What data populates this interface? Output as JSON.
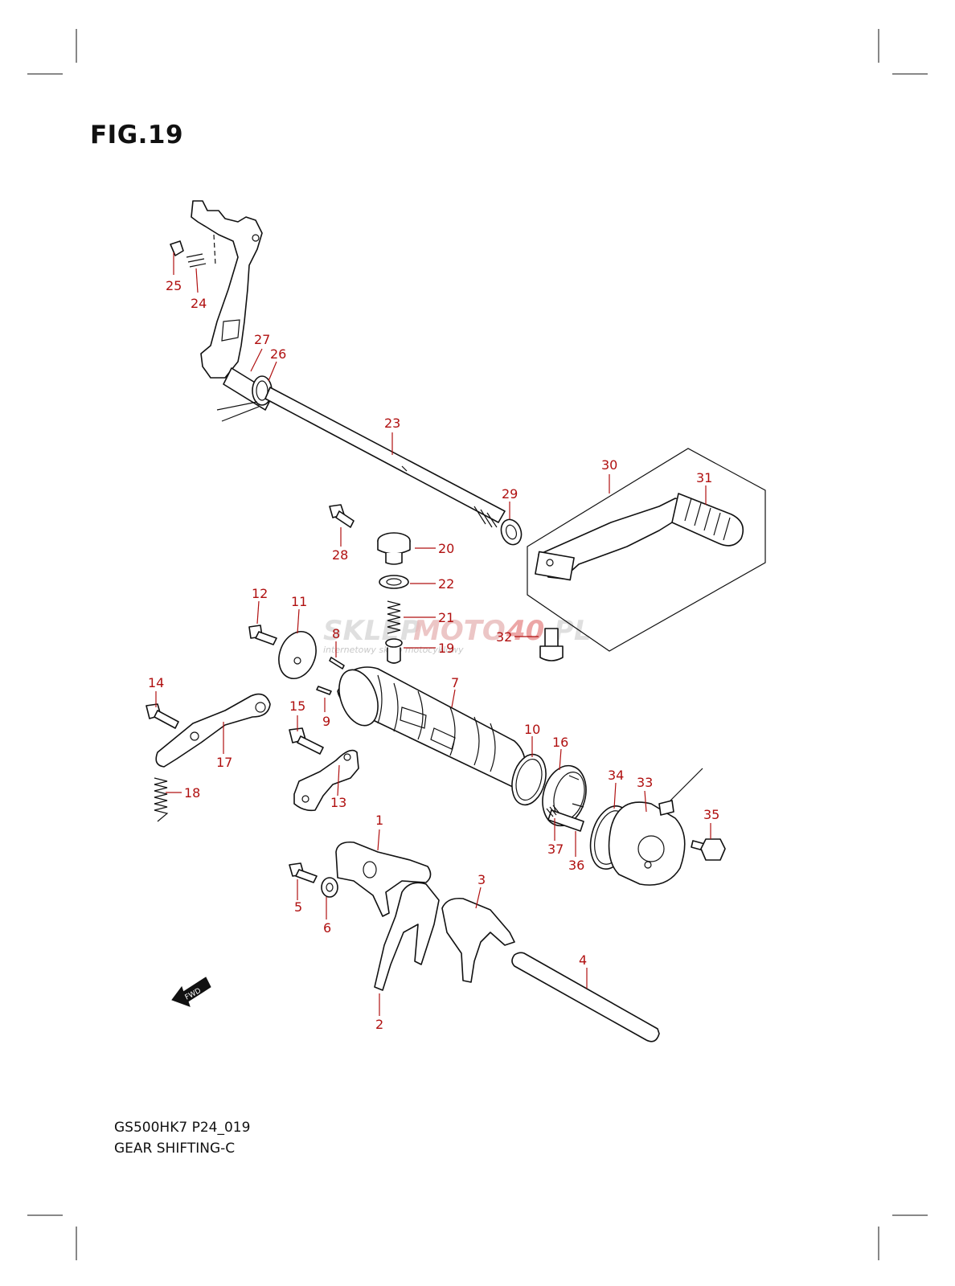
{
  "figure": {
    "title": "FIG.19"
  },
  "footer": {
    "model_code": "GS500HK7 P24_019",
    "section_name": "GEAR SHIFTING-C"
  },
  "watermark": {
    "brand_a": "SKLEP",
    "brand_b": "MOTO",
    "brand_c": "40",
    "brand_d": ".PL",
    "tagline": "internetowy sklep motocyklowy"
  },
  "direction_label": "FWD",
  "callouts": {
    "c1": "1",
    "c2": "2",
    "c3": "3",
    "c4": "4",
    "c5": "5",
    "c6": "6",
    "c7": "7",
    "c8": "8",
    "c9": "9",
    "c10": "10",
    "c11": "11",
    "c12": "12",
    "c13": "13",
    "c14": "14",
    "c15": "15",
    "c16": "16",
    "c17": "17",
    "c18": "18",
    "c19": "19",
    "c20": "20",
    "c21": "21",
    "c22": "22",
    "c23": "23",
    "c24": "24",
    "c25": "25",
    "c26": "26",
    "c27": "27",
    "c28": "28",
    "c29": "29",
    "c30": "30",
    "c31": "31",
    "c32": "32",
    "c33": "33",
    "c34": "34",
    "c35": "35",
    "c36": "36",
    "c37": "37"
  },
  "colors": {
    "callout_red": "#b01010",
    "line": "#111111",
    "watermark": "#d8d8d8"
  }
}
